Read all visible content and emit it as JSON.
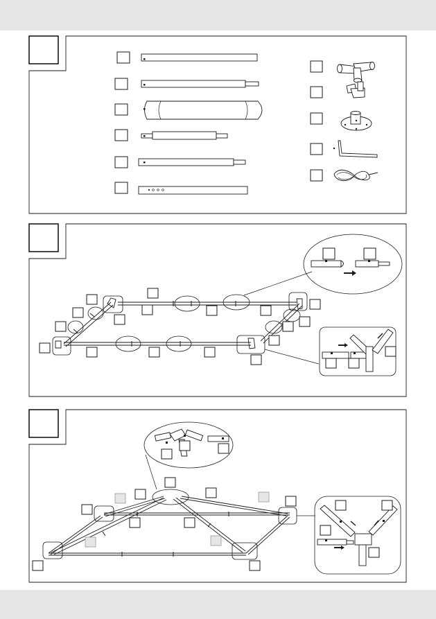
{
  "page": {
    "top_band_color": "#e6e6e6",
    "bottom_band_color": "#e6e6e6",
    "line_color": "#1a1a1a"
  },
  "panels": [
    {
      "id": "parts-overview",
      "step_label": ""
    },
    {
      "id": "base-frame-assembly",
      "step_label": ""
    },
    {
      "id": "roof-frame-assembly",
      "step_label": ""
    }
  ]
}
